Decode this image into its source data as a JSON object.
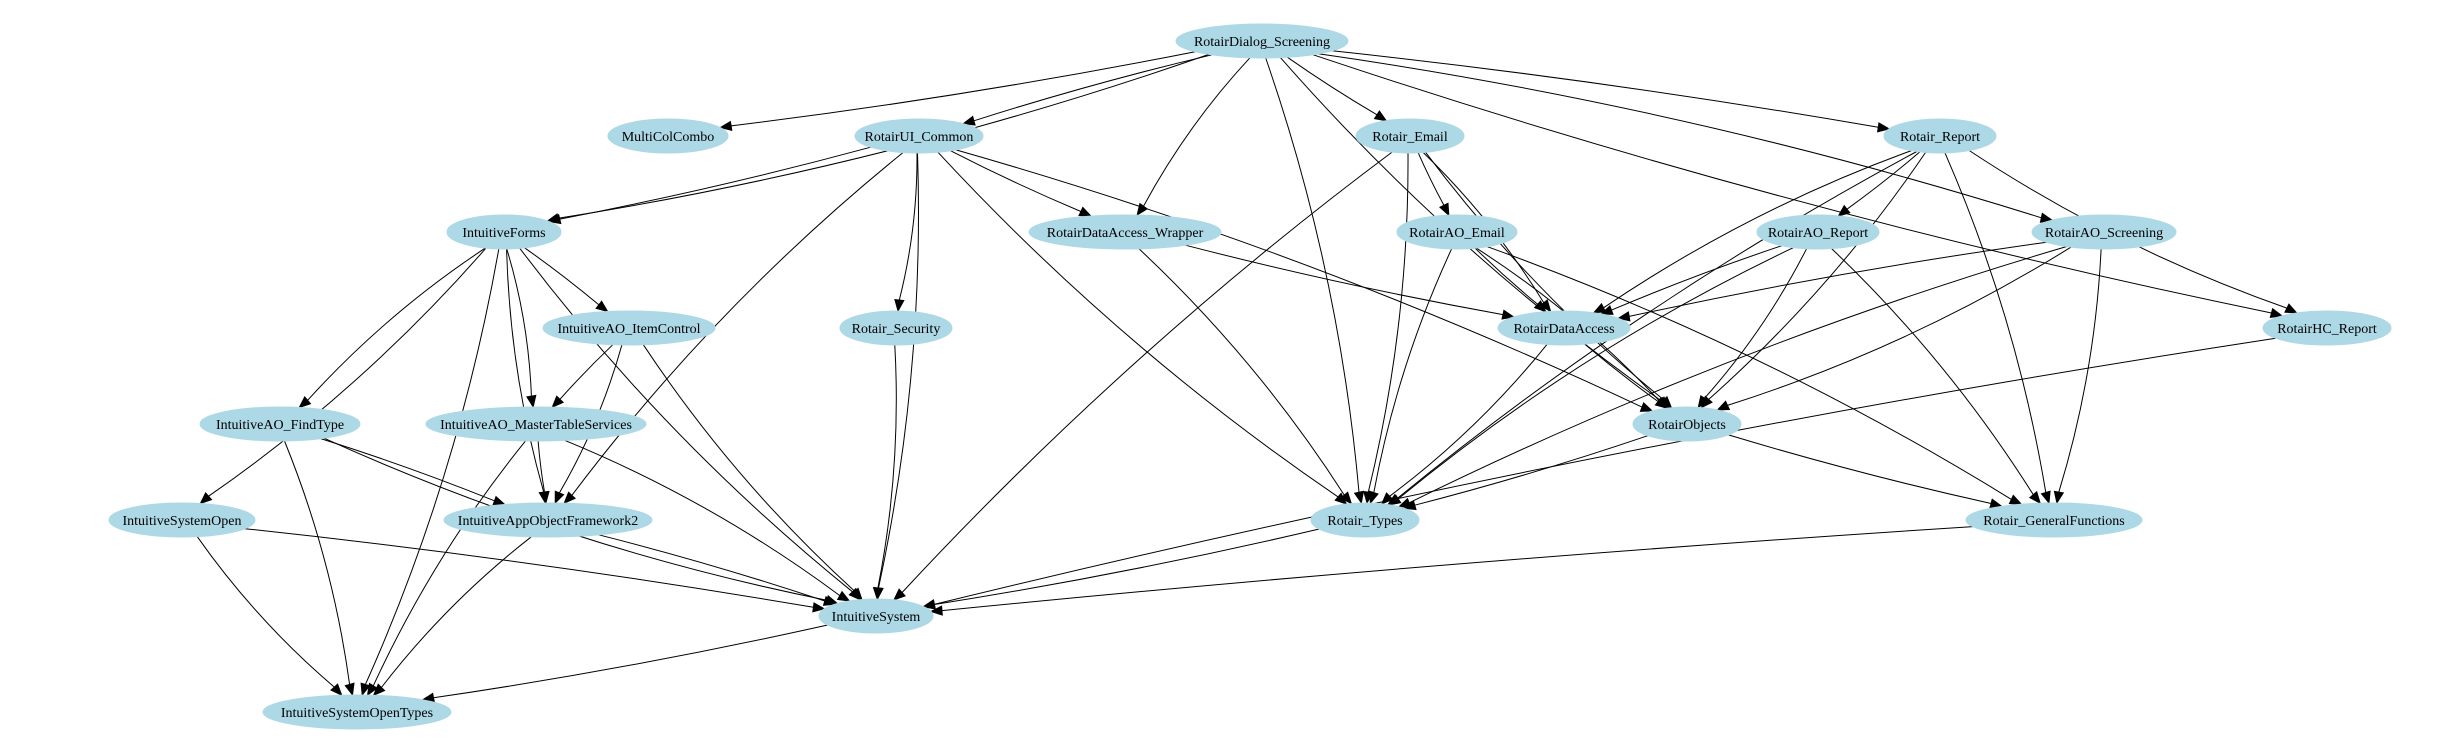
{
  "nodes": [
    {
      "id": "RotairDialog_Screening",
      "label": "RotairDialog_Screening"
    },
    {
      "id": "MultiColCombo",
      "label": "MultiColCombo"
    },
    {
      "id": "RotairUI_Common",
      "label": "RotairUI_Common"
    },
    {
      "id": "Rotair_Email",
      "label": "Rotair_Email"
    },
    {
      "id": "Rotair_Report",
      "label": "Rotair_Report"
    },
    {
      "id": "IntuitiveForms",
      "label": "IntuitiveForms"
    },
    {
      "id": "RotairDataAccess_Wrapper",
      "label": "RotairDataAccess_Wrapper"
    },
    {
      "id": "RotairAO_Email",
      "label": "RotairAO_Email"
    },
    {
      "id": "RotairAO_Report",
      "label": "RotairAO_Report"
    },
    {
      "id": "RotairAO_Screening",
      "label": "RotairAO_Screening"
    },
    {
      "id": "IntuitiveAO_ItemControl",
      "label": "IntuitiveAO_ItemControl"
    },
    {
      "id": "Rotair_Security",
      "label": "Rotair_Security"
    },
    {
      "id": "RotairDataAccess",
      "label": "RotairDataAccess"
    },
    {
      "id": "RotairHC_Report",
      "label": "RotairHC_Report"
    },
    {
      "id": "IntuitiveAO_FindType",
      "label": "IntuitiveAO_FindType"
    },
    {
      "id": "IntuitiveAO_MasterTableServices",
      "label": "IntuitiveAO_MasterTableServices"
    },
    {
      "id": "RotairObjects",
      "label": "RotairObjects"
    },
    {
      "id": "IntuitiveSystemOpen",
      "label": "IntuitiveSystemOpen"
    },
    {
      "id": "IntuitiveAppObjectFramework2",
      "label": "IntuitiveAppObjectFramework2"
    },
    {
      "id": "Rotair_Types",
      "label": "Rotair_Types"
    },
    {
      "id": "Rotair_GeneralFunctions",
      "label": "Rotair_GeneralFunctions"
    },
    {
      "id": "IntuitiveSystem",
      "label": "IntuitiveSystem"
    },
    {
      "id": "IntuitiveSystemOpenTypes",
      "label": "IntuitiveSystemOpenTypes"
    }
  ],
  "edges": [
    [
      "RotairDialog_Screening",
      "MultiColCombo"
    ],
    [
      "RotairDialog_Screening",
      "RotairUI_Common"
    ],
    [
      "RotairDialog_Screening",
      "IntuitiveForms"
    ],
    [
      "RotairDialog_Screening",
      "Rotair_Email"
    ],
    [
      "RotairDialog_Screening",
      "Rotair_Report"
    ],
    [
      "RotairDialog_Screening",
      "RotairDataAccess_Wrapper"
    ],
    [
      "RotairDialog_Screening",
      "Rotair_Types"
    ],
    [
      "RotairDialog_Screening",
      "RotairObjects"
    ],
    [
      "RotairDialog_Screening",
      "RotairAO_Screening"
    ],
    [
      "RotairDialog_Screening",
      "RotairHC_Report"
    ],
    [
      "RotairUI_Common",
      "IntuitiveForms"
    ],
    [
      "RotairUI_Common",
      "RotairDataAccess_Wrapper"
    ],
    [
      "RotairUI_Common",
      "Rotair_Security"
    ],
    [
      "RotairUI_Common",
      "IntuitiveAppObjectFramework2"
    ],
    [
      "RotairUI_Common",
      "IntuitiveSystem"
    ],
    [
      "RotairUI_Common",
      "Rotair_Types"
    ],
    [
      "RotairUI_Common",
      "RotairObjects"
    ],
    [
      "Rotair_Email",
      "RotairAO_Email"
    ],
    [
      "Rotair_Email",
      "RotairDataAccess"
    ],
    [
      "Rotair_Email",
      "RotairObjects"
    ],
    [
      "Rotair_Email",
      "Rotair_Types"
    ],
    [
      "Rotair_Email",
      "IntuitiveSystem"
    ],
    [
      "Rotair_Report",
      "RotairAO_Report"
    ],
    [
      "Rotair_Report",
      "RotairDataAccess"
    ],
    [
      "Rotair_Report",
      "RotairObjects"
    ],
    [
      "Rotair_Report",
      "Rotair_Types"
    ],
    [
      "Rotair_Report",
      "Rotair_GeneralFunctions"
    ],
    [
      "Rotair_Report",
      "RotairHC_Report"
    ],
    [
      "IntuitiveForms",
      "IntuitiveAO_ItemControl"
    ],
    [
      "IntuitiveForms",
      "IntuitiveAO_FindType"
    ],
    [
      "IntuitiveForms",
      "IntuitiveAO_MasterTableServices"
    ],
    [
      "IntuitiveForms",
      "IntuitiveAppObjectFramework2"
    ],
    [
      "IntuitiveForms",
      "IntuitiveSystemOpen"
    ],
    [
      "IntuitiveForms",
      "IntuitiveSystem"
    ],
    [
      "IntuitiveForms",
      "IntuitiveSystemOpenTypes"
    ],
    [
      "RotairDataAccess_Wrapper",
      "RotairDataAccess"
    ],
    [
      "RotairDataAccess_Wrapper",
      "Rotair_Types"
    ],
    [
      "RotairAO_Email",
      "RotairDataAccess"
    ],
    [
      "RotairAO_Email",
      "RotairObjects"
    ],
    [
      "RotairAO_Email",
      "Rotair_Types"
    ],
    [
      "RotairAO_Email",
      "Rotair_GeneralFunctions"
    ],
    [
      "RotairAO_Report",
      "RotairDataAccess"
    ],
    [
      "RotairAO_Report",
      "RotairObjects"
    ],
    [
      "RotairAO_Report",
      "Rotair_Types"
    ],
    [
      "RotairAO_Report",
      "Rotair_GeneralFunctions"
    ],
    [
      "RotairAO_Screening",
      "RotairDataAccess"
    ],
    [
      "RotairAO_Screening",
      "RotairObjects"
    ],
    [
      "RotairAO_Screening",
      "Rotair_Types"
    ],
    [
      "RotairAO_Screening",
      "Rotair_GeneralFunctions"
    ],
    [
      "IntuitiveAO_ItemControl",
      "IntuitiveAO_MasterTableServices"
    ],
    [
      "IntuitiveAO_ItemControl",
      "IntuitiveAppObjectFramework2"
    ],
    [
      "IntuitiveAO_ItemControl",
      "IntuitiveSystem"
    ],
    [
      "Rotair_Security",
      "IntuitiveSystem"
    ],
    [
      "RotairDataAccess",
      "RotairObjects"
    ],
    [
      "RotairDataAccess",
      "Rotair_Types"
    ],
    [
      "RotairHC_Report",
      "IntuitiveSystem"
    ],
    [
      "IntuitiveAO_FindType",
      "IntuitiveAppObjectFramework2"
    ],
    [
      "IntuitiveAO_FindType",
      "IntuitiveSystem"
    ],
    [
      "IntuitiveAO_FindType",
      "IntuitiveSystemOpenTypes"
    ],
    [
      "IntuitiveAO_MasterTableServices",
      "IntuitiveAppObjectFramework2"
    ],
    [
      "IntuitiveAO_MasterTableServices",
      "IntuitiveSystem"
    ],
    [
      "IntuitiveAO_MasterTableServices",
      "IntuitiveSystemOpenTypes"
    ],
    [
      "RotairObjects",
      "Rotair_Types"
    ],
    [
      "RotairObjects",
      "Rotair_GeneralFunctions"
    ],
    [
      "IntuitiveSystemOpen",
      "IntuitiveSystem"
    ],
    [
      "IntuitiveSystemOpen",
      "IntuitiveSystemOpenTypes"
    ],
    [
      "IntuitiveAppObjectFramework2",
      "IntuitiveSystem"
    ],
    [
      "IntuitiveAppObjectFramework2",
      "IntuitiveSystemOpenTypes"
    ],
    [
      "Rotair_Types",
      "IntuitiveSystem"
    ],
    [
      "Rotair_GeneralFunctions",
      "IntuitiveSystem"
    ],
    [
      "IntuitiveSystem",
      "IntuitiveSystemOpenTypes"
    ]
  ]
}
